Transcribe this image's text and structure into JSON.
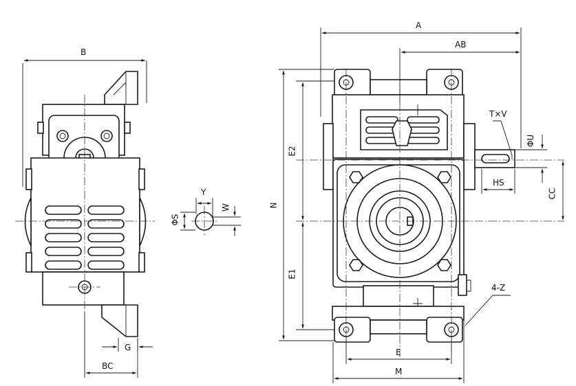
{
  "labels": {
    "A": "A",
    "AB": "AB",
    "B": "B",
    "N": "N",
    "E2": "E2",
    "E1": "E1",
    "TxV": "T×V",
    "PhiU": "ΦU",
    "HS": "HS",
    "CC": "CC",
    "Y": "Y",
    "W": "W",
    "PhiS": "ΦS",
    "Z4": "4-Z",
    "G": "G",
    "BC": "BC",
    "E": "E",
    "M": "M"
  }
}
